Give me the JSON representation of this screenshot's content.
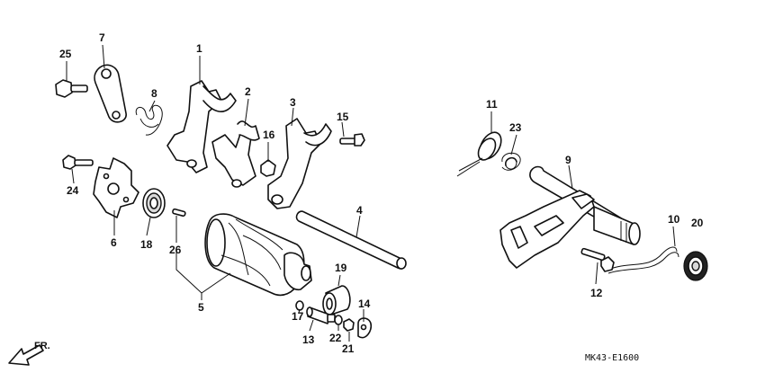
{
  "labels": {
    "p1": "1",
    "p2": "2",
    "p3": "3",
    "p4": "4",
    "p5": "5",
    "p6": "6",
    "p7": "7",
    "p8": "8",
    "p9": "9",
    "p10": "10",
    "p11": "11",
    "p12": "12",
    "p13": "13",
    "p14": "14",
    "p15": "15",
    "p16": "16",
    "p17": "17",
    "p18": "18",
    "p19": "19",
    "p20": "20",
    "p21": "21",
    "p22": "22",
    "p23": "23",
    "p24": "24",
    "p25": "25",
    "p26": "26"
  },
  "diagram_code": "MK43-E1600",
  "direction_label": "FR."
}
